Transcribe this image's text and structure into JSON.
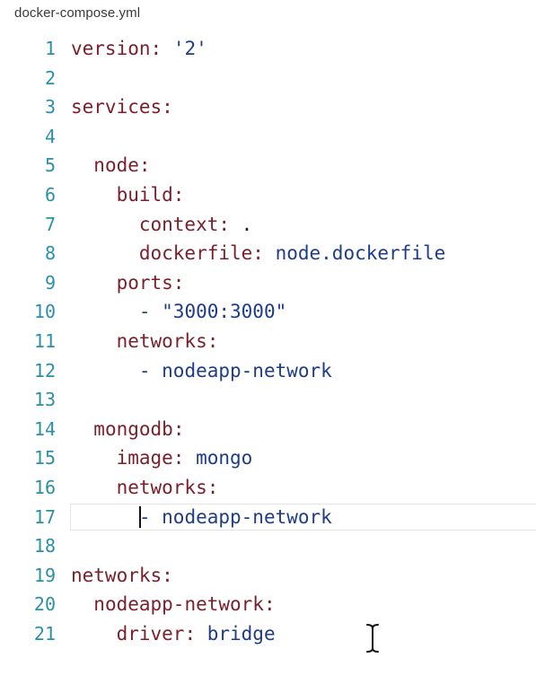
{
  "window": {
    "file_name": "docker-compose.yml"
  },
  "editor": {
    "active_line": 17,
    "lines": [
      {
        "num": "1",
        "indent": "",
        "key": "version",
        "sep": ": ",
        "value": "'2'",
        "vtype": "str"
      },
      {
        "num": "2",
        "indent": "",
        "key": "",
        "sep": "",
        "value": "",
        "vtype": ""
      },
      {
        "num": "3",
        "indent": "",
        "key": "services",
        "sep": ":",
        "value": "",
        "vtype": ""
      },
      {
        "num": "4",
        "indent": "",
        "key": "",
        "sep": "",
        "value": "",
        "vtype": ""
      },
      {
        "num": "5",
        "indent": "  ",
        "key": "node",
        "sep": ":",
        "value": "",
        "vtype": ""
      },
      {
        "num": "6",
        "indent": "    ",
        "key": "build",
        "sep": ":",
        "value": "",
        "vtype": ""
      },
      {
        "num": "7",
        "indent": "      ",
        "key": "context",
        "sep": ": ",
        "value": ".",
        "vtype": "plain"
      },
      {
        "num": "8",
        "indent": "      ",
        "key": "dockerfile",
        "sep": ": ",
        "value": "node.dockerfile",
        "vtype": "val"
      },
      {
        "num": "9",
        "indent": "    ",
        "key": "ports",
        "sep": ":",
        "value": "",
        "vtype": ""
      },
      {
        "num": "10",
        "indent": "      ",
        "dash": "- ",
        "value": "\"3000:3000\"",
        "vtype": "str"
      },
      {
        "num": "11",
        "indent": "    ",
        "key": "networks",
        "sep": ":",
        "value": "",
        "vtype": ""
      },
      {
        "num": "12",
        "indent": "      ",
        "dash": "- ",
        "value": "nodeapp-network",
        "vtype": "val"
      },
      {
        "num": "13",
        "indent": "",
        "key": "",
        "sep": "",
        "value": "",
        "vtype": ""
      },
      {
        "num": "14",
        "indent": "  ",
        "key": "mongodb",
        "sep": ":",
        "value": "",
        "vtype": ""
      },
      {
        "num": "15",
        "indent": "    ",
        "key": "image",
        "sep": ": ",
        "value": "mongo",
        "vtype": "val"
      },
      {
        "num": "16",
        "indent": "    ",
        "key": "networks",
        "sep": ":",
        "value": "",
        "vtype": ""
      },
      {
        "num": "17",
        "indent": "      ",
        "dash": "- ",
        "value": "nodeapp-network",
        "vtype": "val",
        "caret": true
      },
      {
        "num": "18",
        "indent": "",
        "key": "",
        "sep": "",
        "value": "",
        "vtype": ""
      },
      {
        "num": "19",
        "indent": "",
        "key": "networks",
        "sep": ":",
        "value": "",
        "vtype": ""
      },
      {
        "num": "20",
        "indent": "  ",
        "key": "nodeapp-network",
        "sep": ":",
        "value": "",
        "vtype": ""
      },
      {
        "num": "21",
        "indent": "    ",
        "key": "driver",
        "sep": ": ",
        "value": "bridge",
        "vtype": "val"
      }
    ]
  },
  "cursor": {
    "icon": "text-ibeam-cursor-icon"
  },
  "colors": {
    "gutter": "#2b8fa8",
    "key": "#7a1f2b",
    "value": "#1f3c88"
  }
}
